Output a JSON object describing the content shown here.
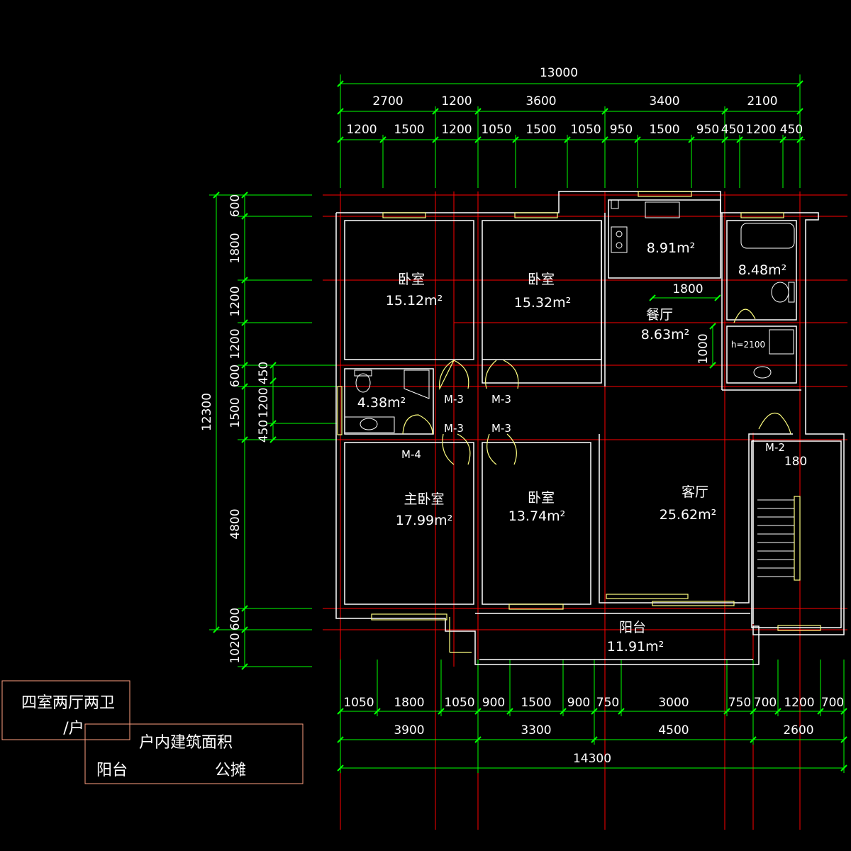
{
  "dimensions": {
    "top_total": "13000",
    "top_mid": [
      "2700",
      "1200",
      "3600",
      "3400",
      "2100"
    ],
    "top_detail": [
      "1200",
      "1500",
      "1200",
      "1050",
      "1500",
      "1050",
      "950",
      "1500",
      "950",
      "450",
      "1200",
      "450"
    ],
    "left_total": "12300",
    "left_mid": [
      "600",
      "1800",
      "1200",
      "1200",
      "600",
      "1500",
      "4800",
      "600",
      "1020"
    ],
    "left_inner": [
      "450",
      "1200",
      "450"
    ],
    "bottom_detail": [
      "1050",
      "1800",
      "1050",
      "900",
      "1500",
      "900",
      "750",
      "3000",
      "750",
      "700",
      "1200",
      "700"
    ],
    "bottom_mid": [
      "3900",
      "3300",
      "4500",
      "2600"
    ],
    "bottom_total": "14300",
    "inner_1800": "1800",
    "inner_1000": "1000",
    "stair_180": "180"
  },
  "rooms": {
    "bed_tl_name": "卧室",
    "bed_tl_area": "15.12m²",
    "bed_tm_name": "卧室",
    "bed_tm_area": "15.32m²",
    "kitchen_area": "8.91m²",
    "bath_r_area": "8.48m²",
    "dining_name": "餐厅",
    "dining_area": "8.63m²",
    "bath_l_area": "4.38m²",
    "master_name": "主卧室",
    "master_area": "17.99m²",
    "bed_bm_name": "卧室",
    "bed_bm_area": "13.74m²",
    "living_name": "客厅",
    "living_area": "25.62m²",
    "balcony_name": "阳台",
    "balcony_area": "11.91m²",
    "heater_note": "h=2100"
  },
  "doors": {
    "m3_a": "M-3",
    "m3_b": "M-3",
    "m3_c": "M-3",
    "m3_d": "M-3",
    "m4": "M-4",
    "m2": "M-2"
  },
  "table": {
    "unit_type": "四室两厅两卫",
    "unit_suffix": "/户",
    "area_header": "户内建筑面积",
    "col_balcony": "阳台",
    "col_shared": "公摊"
  },
  "colors": {
    "background": "#000000",
    "wall": "#ffffff",
    "axis": "#ff0000",
    "dimension": "#00ff00",
    "window": "#ffff80",
    "table_border": "#ff9f80"
  }
}
